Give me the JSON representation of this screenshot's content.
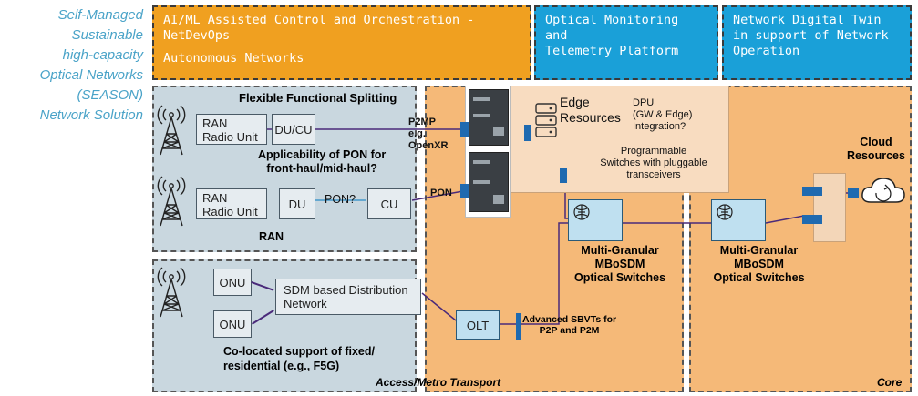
{
  "side_title": [
    "Self-Managed",
    "Sustainable",
    "high-capacity",
    "Optical Networks",
    "(SEASON)",
    "Network Solution"
  ],
  "banners": {
    "ai_ml": [
      "AI/ML Assisted Control and Orchestration -",
      "NetDevOps"
    ],
    "autonomous": "Autonomous Networks",
    "monitoring": [
      "Optical Monitoring and",
      "Telemetry Platform"
    ],
    "digital_twin": [
      "Network Digital Twin",
      "in support of Network",
      "Operation"
    ]
  },
  "ran_panel": {
    "title": "Flexible Functional Splitting",
    "ru1": [
      "RAN",
      "Radio Unit"
    ],
    "du_cu": "DU/CU",
    "question": [
      "Applicability of PON for",
      "front-haul/mid-haul?"
    ],
    "ru2": [
      "RAN",
      "Radio Unit"
    ],
    "du": "DU",
    "pon_q": "PON?",
    "cu": "CU",
    "footer": "RAN"
  },
  "fixed_panel": {
    "onu1": "ONU",
    "onu2": "ONU",
    "sdm": [
      "SDM based Distribution",
      "Network"
    ],
    "footer": [
      "Co-located support of fixed/",
      "residential (e.g., F5G)"
    ]
  },
  "metro": {
    "p2mp": [
      "P2MP",
      "e.g.",
      "OpenXR"
    ],
    "pon": "PON",
    "edge": [
      "Edge",
      "Resources"
    ],
    "dpu": [
      "DPU",
      "(GW & Edge)",
      "Integration?"
    ],
    "programmable": [
      "Programmable",
      "Switches with pluggable",
      "transceivers"
    ],
    "olt": "OLT",
    "sbvt": [
      "Advanced SBVTs for",
      "P2P and P2M"
    ],
    "switch_label": [
      "Multi-Granular",
      "MBoSDM",
      "Optical Switches"
    ],
    "footer": "Access/Metro Transport"
  },
  "core": {
    "cloud": [
      "Cloud",
      "Resources"
    ],
    "switch_label": [
      "Multi-Granular",
      "MBoSDM",
      "Optical Switches"
    ],
    "footer": "Core"
  },
  "colors": {
    "banner_orange": "#f0a020",
    "banner_blue": "#1aa0d8",
    "panel_grey": "#c9d7df",
    "panel_orange": "#f5b978",
    "port_blue": "#1f6ab0",
    "link_purple": "#4a2a7a",
    "side_title": "#4aa3c8"
  },
  "icons": [
    "antenna-tower-icon",
    "server-icon",
    "brain-icon",
    "cloud-icon"
  ]
}
